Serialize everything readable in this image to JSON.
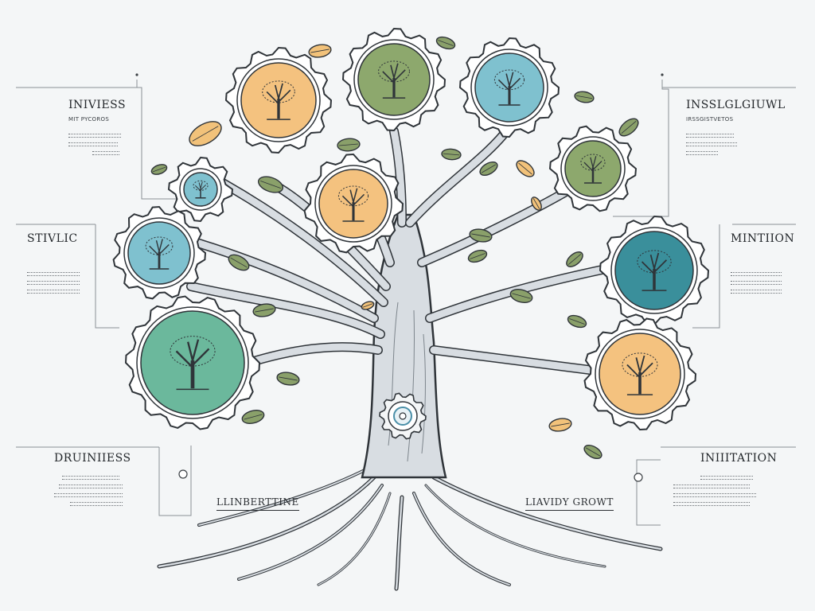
{
  "labels": {
    "top_left": {
      "title": "INIVIESS",
      "sub": "MIT PYCOROS"
    },
    "top_right": {
      "title": "INSSLGLGIUWL",
      "sub": "IRSSGISTVETOS"
    },
    "mid_left": {
      "title": "STIVLIC"
    },
    "mid_right": {
      "title": "MINTIION"
    },
    "low_left": {
      "title": "DRUINIIESS"
    },
    "low_right": {
      "title": "INIIITATION"
    },
    "bottom_left": {
      "title": "LLINBERTTINE"
    },
    "bottom_right": {
      "title": "LIAVIDY GROWT"
    }
  },
  "palette": {
    "trunk": "#d8dde2",
    "outline": "#2f3439",
    "leaf_green": "#8aa06a",
    "leaf_orange": "#f2c27a",
    "disc_orange": "#f4c27f",
    "disc_green": "#8da86d",
    "disc_blue": "#7fc1cf",
    "disc_teal": "#6bb89c",
    "disc_darkteal": "#3a8f9b",
    "gear_fill": "#ffffff"
  },
  "icons": [
    "gear-icon",
    "tree-icon",
    "leaf-icon",
    "node-icon"
  ]
}
